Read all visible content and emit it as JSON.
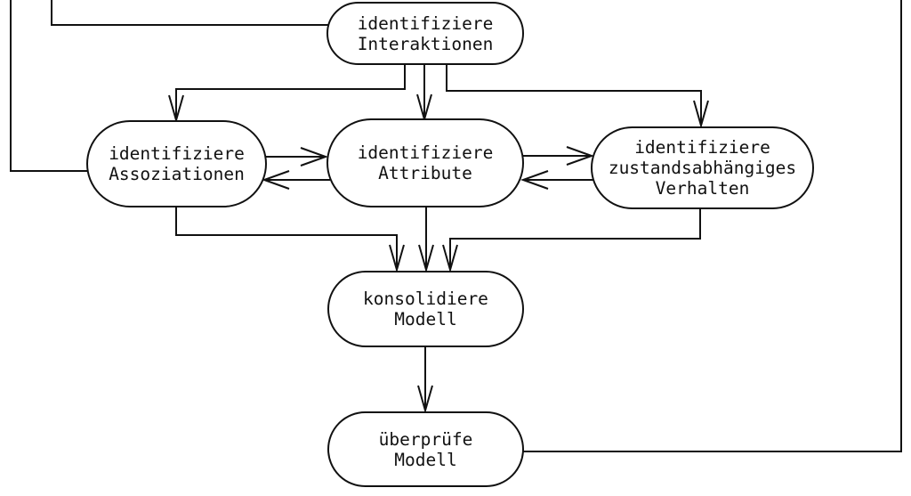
{
  "nodes": {
    "interaktionen": {
      "lines": [
        "identifiziere",
        "Interaktionen"
      ]
    },
    "assoziationen": {
      "lines": [
        "identifiziere",
        "Assoziationen"
      ]
    },
    "attribute": {
      "lines": [
        "identifiziere",
        "Attribute"
      ]
    },
    "verhalten": {
      "lines": [
        "identifiziere",
        "zustandsabhängiges",
        "Verhalten"
      ]
    },
    "konsolidiere": {
      "lines": [
        "konsolidiere",
        "Modell"
      ]
    },
    "ueberpruefe": {
      "lines": [
        "überprüfe",
        "Modell"
      ]
    }
  },
  "edges": [
    {
      "from": "offscreen-top-left",
      "to": "identifiziere Assoziationen",
      "arrowhead": false
    },
    {
      "from": "offscreen-top-left",
      "to": "identifiziere Interaktionen",
      "arrowhead": false
    },
    {
      "from": "identifiziere Interaktionen",
      "to": "identifiziere Assoziationen",
      "arrowhead": true
    },
    {
      "from": "identifiziere Interaktionen",
      "to": "identifiziere Attribute",
      "arrowhead": true
    },
    {
      "from": "identifiziere Interaktionen",
      "to": "identifiziere zustandsabhängiges Verhalten",
      "arrowhead": true
    },
    {
      "from": "identifiziere Assoziationen",
      "to": "identifiziere Attribute",
      "arrowhead": true
    },
    {
      "from": "identifiziere Attribute",
      "to": "identifiziere Assoziationen",
      "arrowhead": true
    },
    {
      "from": "identifiziere Attribute",
      "to": "identifiziere zustandsabhängiges Verhalten",
      "arrowhead": true
    },
    {
      "from": "identifiziere zustandsabhängiges Verhalten",
      "to": "identifiziere Attribute",
      "arrowhead": true
    },
    {
      "from": "identifiziere Assoziationen",
      "to": "konsolidiere Modell",
      "arrowhead": true
    },
    {
      "from": "identifiziere Attribute",
      "to": "konsolidiere Modell",
      "arrowhead": true
    },
    {
      "from": "identifiziere zustandsabhängiges Verhalten",
      "to": "konsolidiere Modell",
      "arrowhead": true
    },
    {
      "from": "konsolidiere Modell",
      "to": "überprüfe Modell",
      "arrowhead": true
    },
    {
      "from": "überprüfe Modell",
      "to": "offscreen-top-right",
      "arrowhead": false
    }
  ],
  "colors": {
    "line": "#111111",
    "background": "#ffffff",
    "text": "#111111"
  }
}
